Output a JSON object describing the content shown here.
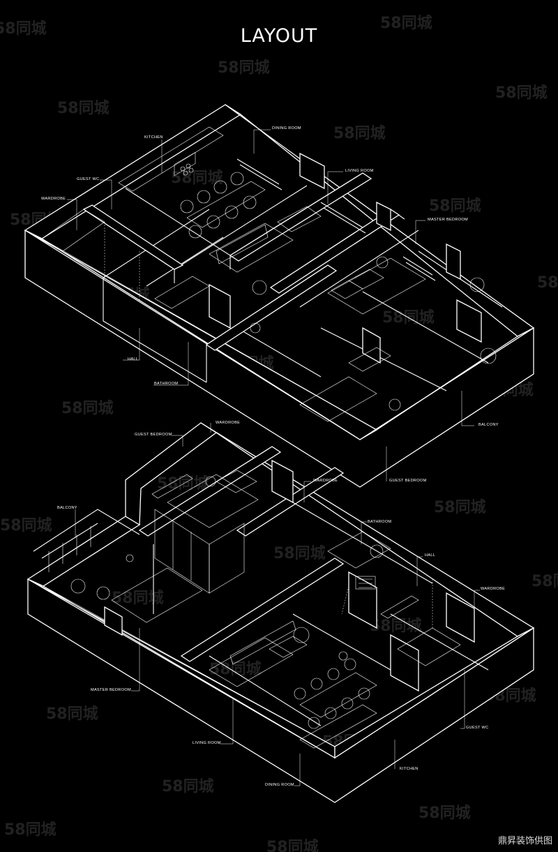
{
  "title": "LAYOUT",
  "credit": "鼎昇装饰供图",
  "watermark": "58同城",
  "plan_top": {
    "labels": {
      "kitchen": "KITCHEN",
      "dining": "DINING ROOM",
      "living": "LIVING ROOM",
      "guest_wc": "GUEST WC",
      "wardrobe": "WARDROBE",
      "master": "MASTER BEDROOM",
      "hall": "HALL",
      "bathroom": "BATHROOM",
      "balcony": "BALCONY",
      "guest_bedroom": "GUEST BEDROOM"
    }
  },
  "plan_bottom": {
    "labels": {
      "wardrobe_a": "WARDROBE",
      "guest_bedroom": "GUEST BEDROOM",
      "wardrobe_b": "WARDROBE",
      "balcony": "BALCONY",
      "bathroom": "BATHROOM",
      "hall": "HALL",
      "wardrobe_c": "WARDROBE",
      "master": "MASTER BEDROOM",
      "guest_wc": "GUEST WC",
      "living": "LIVING ROOM",
      "kitchen": "KITCHEN",
      "dining": "DINING ROOM"
    }
  }
}
